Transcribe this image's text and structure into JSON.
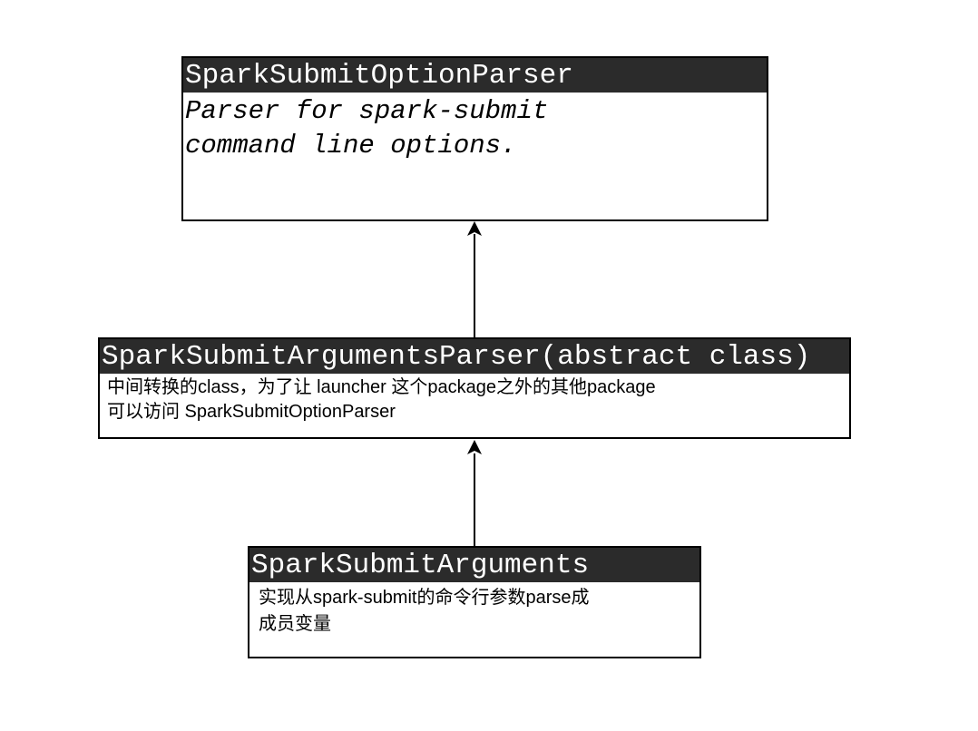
{
  "diagram": {
    "nodes": [
      {
        "id": "option_parser",
        "title": "SparkSubmitOptionParser",
        "description_lines": [
          "Parser for spark-submit",
          "command line options."
        ]
      },
      {
        "id": "arguments_parser",
        "title": "SparkSubmitArgumentsParser(abstract class)",
        "description_lines": [
          "中间转换的class，为了让 launcher 这个package之外的其他package",
          "可以访问 SparkSubmitOptionParser"
        ]
      },
      {
        "id": "arguments",
        "title": "SparkSubmitArguments",
        "description_lines": [
          "实现从spark-submit的命令行参数parse成",
          "成员变量"
        ]
      }
    ],
    "edges": [
      {
        "from": "arguments_parser",
        "to": "option_parser",
        "kind": "inheritance-arrow"
      },
      {
        "from": "arguments",
        "to": "arguments_parser",
        "kind": "inheritance-arrow"
      }
    ]
  },
  "colors": {
    "header_background": "#2b2b2b",
    "header_text": "#ffffff",
    "border": "#000000",
    "text": "#000000"
  }
}
